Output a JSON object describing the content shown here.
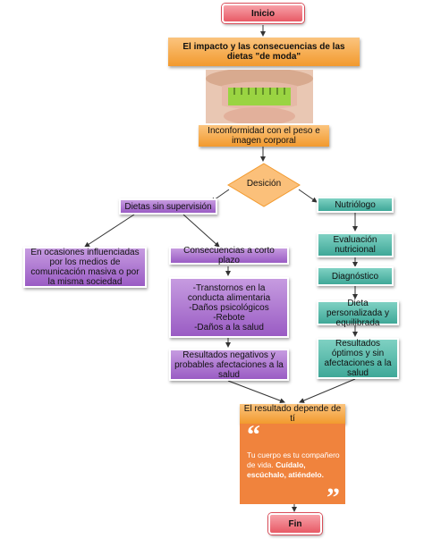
{
  "nodes": {
    "start": "Inicio",
    "title": "El impacto y las consecuencias de las dietas \"de moda\"",
    "inconformity": "Inconformidad con el peso e imagen corporal",
    "decision": "Desición",
    "unsupervised": "Dietas sin supervisión",
    "media": "En ocasiones influenciadas por los medios de comunicación masiva o por la misma sociedad",
    "short_term": "Consecuencias a corto plazo",
    "disorders": "-Transtornos en la conducta alimentaria\n-Daños psicológicos\n-Rebote\n-Daños a la salud",
    "negative": "Resultados negativos y probables afectaciones a la salud",
    "nutritionist": "Nutriólogo",
    "evaluation": "Evaluación nutricional",
    "diagnosis": "Diagnóstico",
    "diet": "Dieta personalizada y equilibrada",
    "optimal": "Resultados óptimos y sin afectaciones a la salud",
    "depends": "El resultado depende de tí",
    "end": "Fin"
  },
  "quote": {
    "open_mark": "“",
    "text_plain": "Tu cuerpo es tu compañero de vida. ",
    "text_bold": "Cuídalo, escúchalo, atiéndelo.",
    "close_mark": "”"
  },
  "colors": {
    "pink": "#e85a66",
    "orange": "#f29a2e",
    "purple": "#9a5cc4",
    "teal": "#3fa898",
    "quote_bg": "#f0833d"
  }
}
